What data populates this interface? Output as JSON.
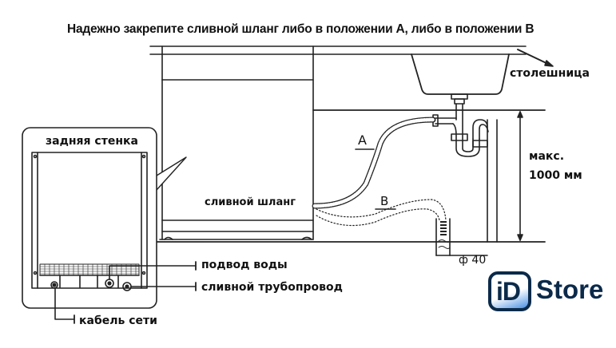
{
  "title": "Надежно закрепите сливной шланг либо в положении А, либо в положении В",
  "labels": {
    "countertop": "столешница",
    "max_height_line1": "макс.",
    "max_height_line2": "1000 мм",
    "back_wall": "задняя стенка",
    "drain_hose": "сливной шланг",
    "water_inlet": "подвод воды",
    "drain_pipe": "сливной трубопровод",
    "power_cable": "кабель сети",
    "position_a": "A",
    "position_b": "B",
    "pipe_diameter": "ф 40"
  },
  "logo": {
    "mark": "iD",
    "word": "Store",
    "colors": {
      "dark": "#0b2a4a",
      "accent": "#4a90e2"
    }
  },
  "colors": {
    "line": "#222222",
    "background": "#ffffff"
  }
}
